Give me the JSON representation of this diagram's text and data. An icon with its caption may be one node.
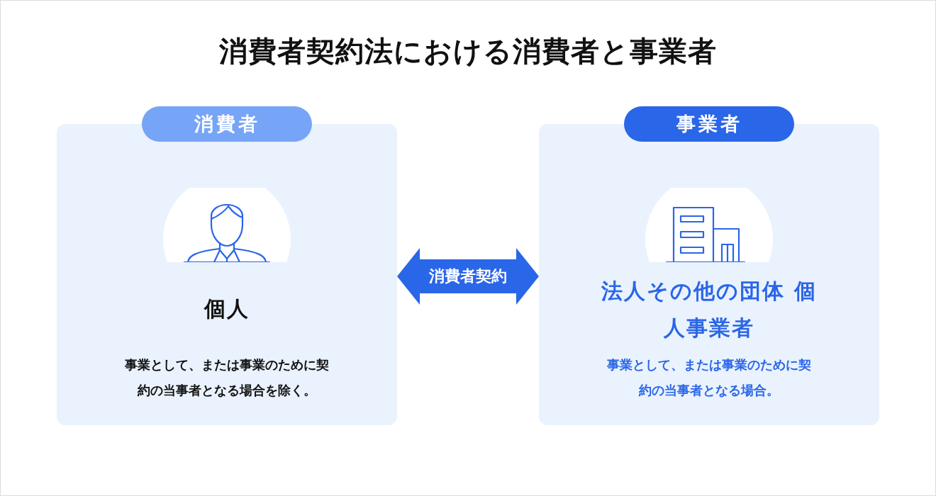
{
  "diagram": {
    "title": "消費者契約法における消費者と事業者",
    "nodes": [
      {
        "text": [
          "消費者",
          "個人",
          "事業として、または事業のために契約の当事者となる場合を除く。"
        ]
      },
      {
        "text": [
          "事業者",
          "法人その他の団体 個人事業者",
          "事業として、または事業のために契約の当事者となる場合。"
        ]
      }
    ],
    "edges": [
      {
        "from": 0,
        "to": 1,
        "arrow": "both",
        "label": "消費者契約"
      }
    ]
  }
}
